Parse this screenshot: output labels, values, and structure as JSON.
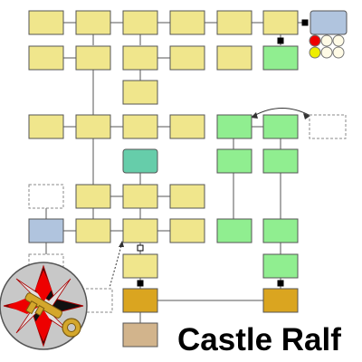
{
  "title": "Castle Ralf",
  "colors": {
    "room": "#f0e68c",
    "green_room": "#90ee90",
    "teal_room": "#66cdaa",
    "blue_room": "#b0c4de",
    "gold_room": "#daa520",
    "tan_room": "#d2b48c",
    "line": "#555555"
  },
  "icons": {
    "compass": "compass-key-icon",
    "key": "key-icon"
  },
  "inventory": {
    "marker_colors": [
      "red",
      "blank",
      "blank",
      "yellow",
      "blank",
      "blank"
    ]
  }
}
